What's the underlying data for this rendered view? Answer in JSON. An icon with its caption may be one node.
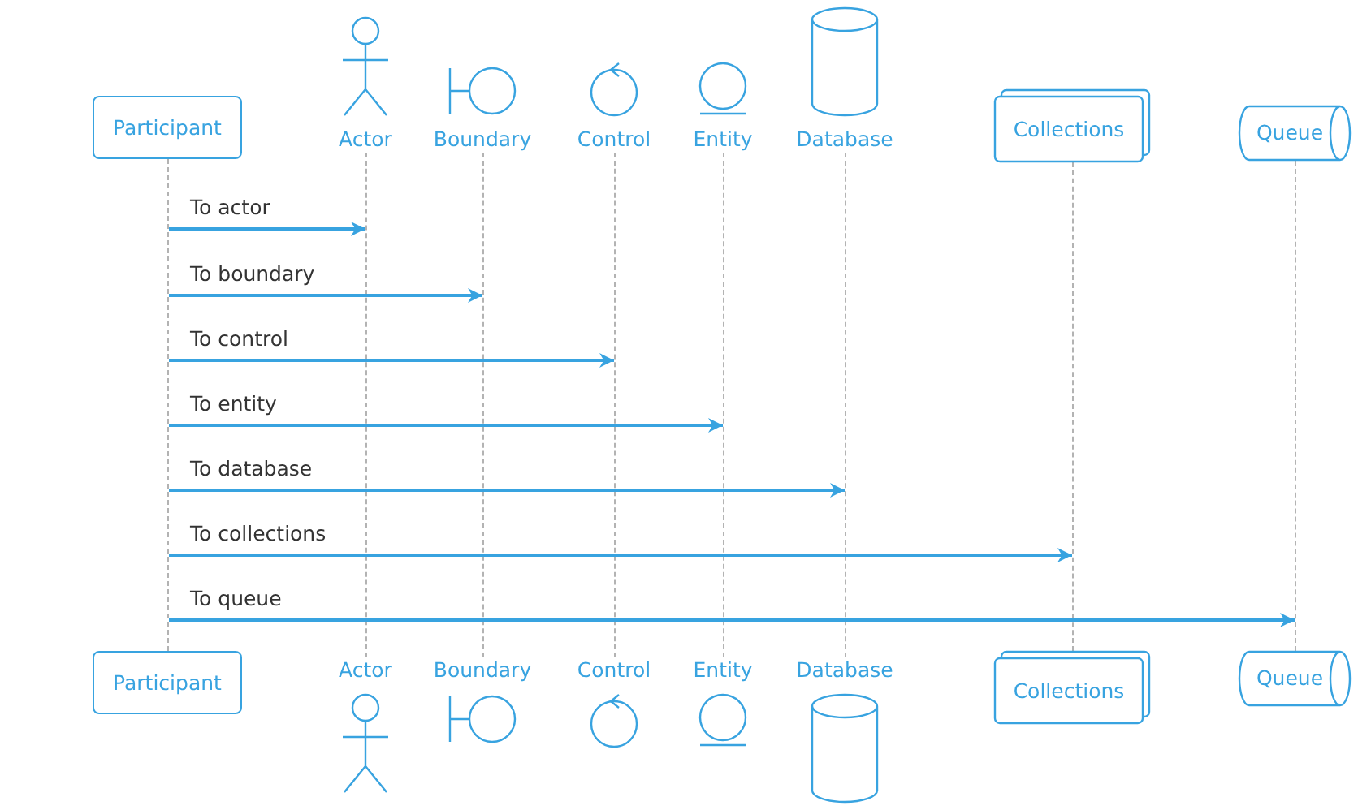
{
  "diagram": {
    "nodes": [
      {
        "text": [
          "Participant"
        ]
      },
      {
        "text": [
          "Actor"
        ]
      },
      {
        "text": [
          "Boundary"
        ]
      },
      {
        "text": [
          "Control"
        ]
      },
      {
        "text": [
          "Entity"
        ]
      },
      {
        "text": [
          "Database"
        ]
      },
      {
        "text": [
          "Collections"
        ]
      },
      {
        "text": [
          "Queue"
        ]
      },
      {
        "text": [
          "Participant"
        ]
      },
      {
        "text": [
          "Actor"
        ]
      },
      {
        "text": [
          "Boundary"
        ]
      },
      {
        "text": [
          "Control"
        ]
      },
      {
        "text": [
          "Entity"
        ]
      },
      {
        "text": [
          "Database"
        ]
      },
      {
        "text": [
          "Collections"
        ]
      },
      {
        "text": [
          "Queue"
        ]
      },
      {
        "text": [],
        "shape": "line"
      },
      {
        "text": [],
        "shape": "line"
      },
      {
        "text": [],
        "shape": "line"
      },
      {
        "text": [],
        "shape": "line"
      },
      {
        "text": [],
        "shape": "line"
      },
      {
        "text": [],
        "shape": "line"
      },
      {
        "text": [],
        "shape": "line"
      },
      {
        "text": [],
        "shape": "line"
      }
    ],
    "edges": [
      {
        "from": 16,
        "to": 17,
        "label": "To actor",
        "arrow": "to"
      },
      {
        "from": 16,
        "to": 18,
        "label": "To boundary",
        "arrow": "to"
      },
      {
        "from": 16,
        "to": 19,
        "label": "To control",
        "arrow": "to"
      },
      {
        "from": 16,
        "to": 20,
        "label": "To entity",
        "arrow": "to"
      },
      {
        "from": 16,
        "to": 21,
        "label": "To database",
        "arrow": "to"
      },
      {
        "from": 16,
        "to": 22,
        "label": "To collections",
        "arrow": "to"
      },
      {
        "from": 16,
        "to": 23,
        "label": "To queue",
        "arrow": "to"
      }
    ]
  }
}
